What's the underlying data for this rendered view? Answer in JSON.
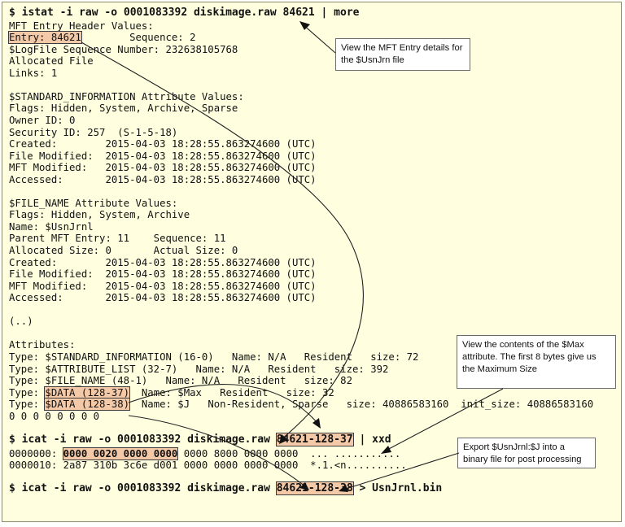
{
  "terminal": {
    "lines": [
      {
        "segments": [
          {
            "text": "$ istat -i raw -o 0001083392 diskimage.raw 84621 | more"
          }
        ],
        "cmd": true
      },
      {
        "segments": [
          {
            "text": "MFT Entry Header Values:"
          }
        ]
      },
      {
        "segments": [
          {
            "text": "Entry: 84621",
            "hl": true
          },
          {
            "text": "        Sequence: 2"
          }
        ]
      },
      {
        "segments": [
          {
            "text": "$LogFile Sequence Number: 232638105768"
          }
        ]
      },
      {
        "segments": [
          {
            "text": "Allocated File"
          }
        ]
      },
      {
        "segments": [
          {
            "text": "Links: 1"
          }
        ]
      },
      {
        "segments": [
          {
            "text": ""
          }
        ]
      },
      {
        "segments": [
          {
            "text": "$STANDARD_INFORMATION Attribute Values:"
          }
        ]
      },
      {
        "segments": [
          {
            "text": "Flags: Hidden, System, Archive, Sparse"
          }
        ]
      },
      {
        "segments": [
          {
            "text": "Owner ID: 0"
          }
        ]
      },
      {
        "segments": [
          {
            "text": "Security ID: 257  (S-1-5-18)"
          }
        ]
      },
      {
        "segments": [
          {
            "text": "Created:        2015-04-03 18:28:55.863274600 (UTC)"
          }
        ]
      },
      {
        "segments": [
          {
            "text": "File Modified:  2015-04-03 18:28:55.863274600 (UTC)"
          }
        ]
      },
      {
        "segments": [
          {
            "text": "MFT Modified:   2015-04-03 18:28:55.863274600 (UTC)"
          }
        ]
      },
      {
        "segments": [
          {
            "text": "Accessed:       2015-04-03 18:28:55.863274600 (UTC)"
          }
        ]
      },
      {
        "segments": [
          {
            "text": ""
          }
        ]
      },
      {
        "segments": [
          {
            "text": "$FILE_NAME Attribute Values:"
          }
        ]
      },
      {
        "segments": [
          {
            "text": "Flags: Hidden, System, Archive"
          }
        ]
      },
      {
        "segments": [
          {
            "text": "Name: $UsnJrnl"
          }
        ]
      },
      {
        "segments": [
          {
            "text": "Parent MFT Entry: 11    Sequence: 11"
          }
        ]
      },
      {
        "segments": [
          {
            "text": "Allocated Size: 0       Actual Size: 0"
          }
        ]
      },
      {
        "segments": [
          {
            "text": "Created:        2015-04-03 18:28:55.863274600 (UTC)"
          }
        ]
      },
      {
        "segments": [
          {
            "text": "File Modified:  2015-04-03 18:28:55.863274600 (UTC)"
          }
        ]
      },
      {
        "segments": [
          {
            "text": "MFT Modified:   2015-04-03 18:28:55.863274600 (UTC)"
          }
        ]
      },
      {
        "segments": [
          {
            "text": "Accessed:       2015-04-03 18:28:55.863274600 (UTC)"
          }
        ]
      },
      {
        "segments": [
          {
            "text": ""
          }
        ]
      },
      {
        "segments": [
          {
            "text": "(..)"
          }
        ]
      },
      {
        "segments": [
          {
            "text": ""
          }
        ]
      },
      {
        "segments": [
          {
            "text": "Attributes:"
          }
        ]
      },
      {
        "segments": [
          {
            "text": "Type: $STANDARD_INFORMATION (16-0)   Name: N/A   Resident   size: 72"
          }
        ]
      },
      {
        "segments": [
          {
            "text": "Type: $ATTRIBUTE_LIST (32-7)   Name: N/A   Resident   size: 392"
          }
        ]
      },
      {
        "segments": [
          {
            "text": "Type: $FILE_NAME (48-1)   Name: N/A   Resident   size: 82"
          }
        ]
      },
      {
        "segments": [
          {
            "text": "Type: "
          },
          {
            "text": "$DATA (128-37)",
            "hl": true
          },
          {
            "text": "  Name: $Max   Resident   size: 32"
          }
        ]
      },
      {
        "segments": [
          {
            "text": "Type: "
          },
          {
            "text": "$DATA (128-38)",
            "hl": true
          },
          {
            "text": "  Name: $J   Non-Resident, Sparse   size: 40886583160  init_size: 40886583160"
          }
        ]
      },
      {
        "segments": [
          {
            "text": "0 0 0 0 0 0 0 0"
          }
        ]
      },
      {
        "segments": [
          {
            "text": ""
          }
        ]
      },
      {
        "segments": [
          {
            "text": "$ icat -i raw -o 0001083392 diskimage.raw "
          },
          {
            "text": "84621-128-37",
            "hl": true
          },
          {
            "text": " | xxd"
          }
        ],
        "cmd": true
      },
      {
        "segments": [
          {
            "text": "0000000: "
          },
          {
            "text": "0000 0020 0000 0000",
            "hl": true,
            "bold": true
          },
          {
            "text": " 0000 8000 0000 0000  ... ..........."
          }
        ]
      },
      {
        "segments": [
          {
            "text": "0000010: 2a87 310b 3c6e d001 0000 0000 0000 0000  *.1.<n.........."
          }
        ]
      },
      {
        "segments": [
          {
            "text": ""
          }
        ]
      },
      {
        "segments": [
          {
            "text": "$ icat -i raw -o 0001083392 diskimage.raw "
          },
          {
            "text": "84621-128-38",
            "hl": true
          },
          {
            "text": " > UsnJrnl.bin"
          }
        ],
        "cmd": true
      }
    ]
  },
  "notes": {
    "mft_entry": "View the MFT Entry details for the $UsnJrn file",
    "max_attr": "View the contents of the $Max attribute. The first 8 bytes give us the Maximum Size",
    "export": "Export $UsnJrnl:$J into a binary file for post processing"
  }
}
